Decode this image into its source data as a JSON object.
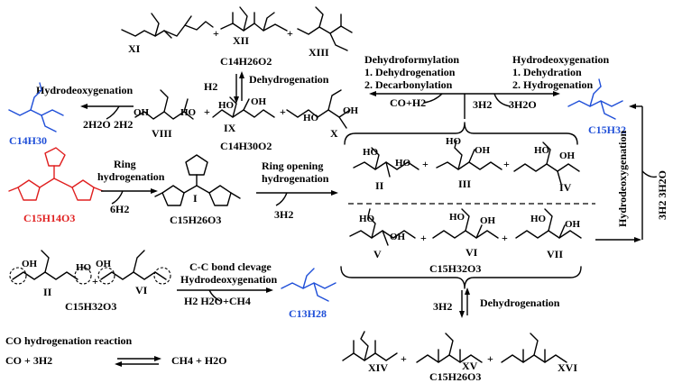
{
  "colors": {
    "product_blue": "#1f4fd8",
    "reactant_red": "#e02020",
    "ink": "#000000"
  },
  "top_mixture": {
    "labels": [
      "XI",
      "XII",
      "XIII"
    ],
    "formula": "C14H26O2",
    "plus": "+"
  },
  "mid_mixture": {
    "labels": [
      "VIII",
      "IX",
      "X"
    ],
    "formula": "C14H30O2"
  },
  "bottom_mixture": {
    "labels": [
      "XIV",
      "XV",
      "XVI"
    ],
    "formula": "C15H26O3"
  },
  "triols_upper": {
    "labels": [
      "II",
      "III",
      "IV"
    ]
  },
  "triols_lower": {
    "labels": [
      "V",
      "VI",
      "VII"
    ],
    "formula": "C15H32O3"
  },
  "reactant": {
    "formula": "C15H14O3"
  },
  "intermediate_I": {
    "label": "I",
    "formula": "C15H26O3"
  },
  "products": {
    "c14": "C14H30",
    "c15": "C15H32",
    "c13": "C13H28"
  },
  "steps": {
    "dehydrogenation": "Dehydrogenation",
    "h2": "H2",
    "hdo": "Hydrodeoxygenation",
    "water_2": "2H2O",
    "h2_2": "2H2",
    "dehydroformylation": "Dehydroformylation",
    "dehydroform_1": "1. Dehydrogenation",
    "dehydroform_2": "2. Decarbonylation",
    "co_h2": "CO+H2",
    "hdo_1": "1. Dehydration",
    "hdo_2": "2. Hydrogenation",
    "h2_3": "3H2",
    "water_3": "3H2O",
    "ring_hydro_1": "Ring",
    "ring_hydro_2": "hydrogenation",
    "h2_6": "6H2",
    "ring_open_1": "Ring opening",
    "ring_open_2": "hydrogenation",
    "ring_open_h2": "3H2",
    "vertical_hdo": "Hydrodeoxygenation",
    "vertical_h2": "3H2 3H2O",
    "bottom_h2": "3H2",
    "bottom_dehydro": "Dehydrogenation",
    "cc_1": "C-C bond clevage",
    "cc_2": "Hydrodeoxygenation",
    "cc_byproducts": "H2  H2O+CH4",
    "cc_example_formula": "C15H32O3",
    "cc_labels": [
      "II",
      "VI"
    ],
    "co_title": "CO hydrogenation reaction",
    "co_left": "CO  +  3H2",
    "co_right": "CH4  +  H2O"
  }
}
